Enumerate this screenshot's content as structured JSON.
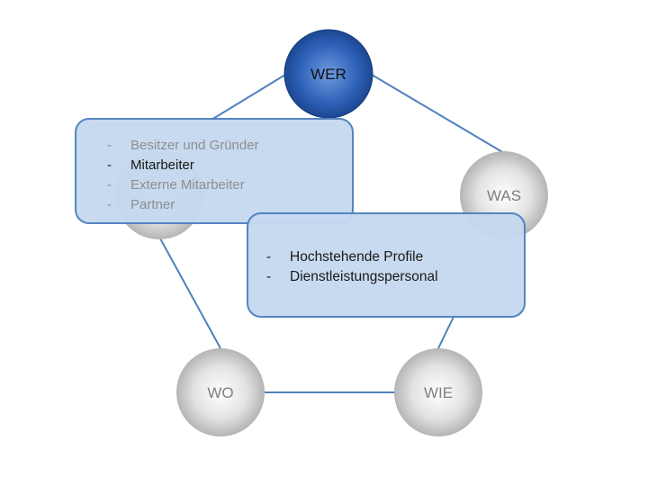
{
  "nodes": {
    "wer": {
      "label": "WER",
      "color": "#2a5aa8"
    },
    "was": {
      "label": "WAS",
      "color": "#cfcfcf"
    },
    "wie": {
      "label": "WIE",
      "color": "#cfcfcf"
    },
    "wo": {
      "label": "WO",
      "color": "#cfcfcf"
    }
  },
  "wer_box": {
    "items": [
      {
        "dash": "-",
        "text": "Besitzer und Gründer"
      },
      {
        "dash": "-",
        "text": "Mitarbeiter"
      },
      {
        "dash": "-",
        "text": "Externe Mitarbeiter"
      },
      {
        "dash": "-",
        "text": "Partner"
      }
    ]
  },
  "wie_box": {
    "items": [
      {
        "dash": "-",
        "text": "Hochstehende Profile"
      },
      {
        "dash": "-",
        "text": "Dienstleistungspersonal"
      }
    ]
  },
  "colors": {
    "connector": "#4f81bd",
    "box_fill": "#c6d9f0",
    "box_border": "#4f81bd"
  }
}
